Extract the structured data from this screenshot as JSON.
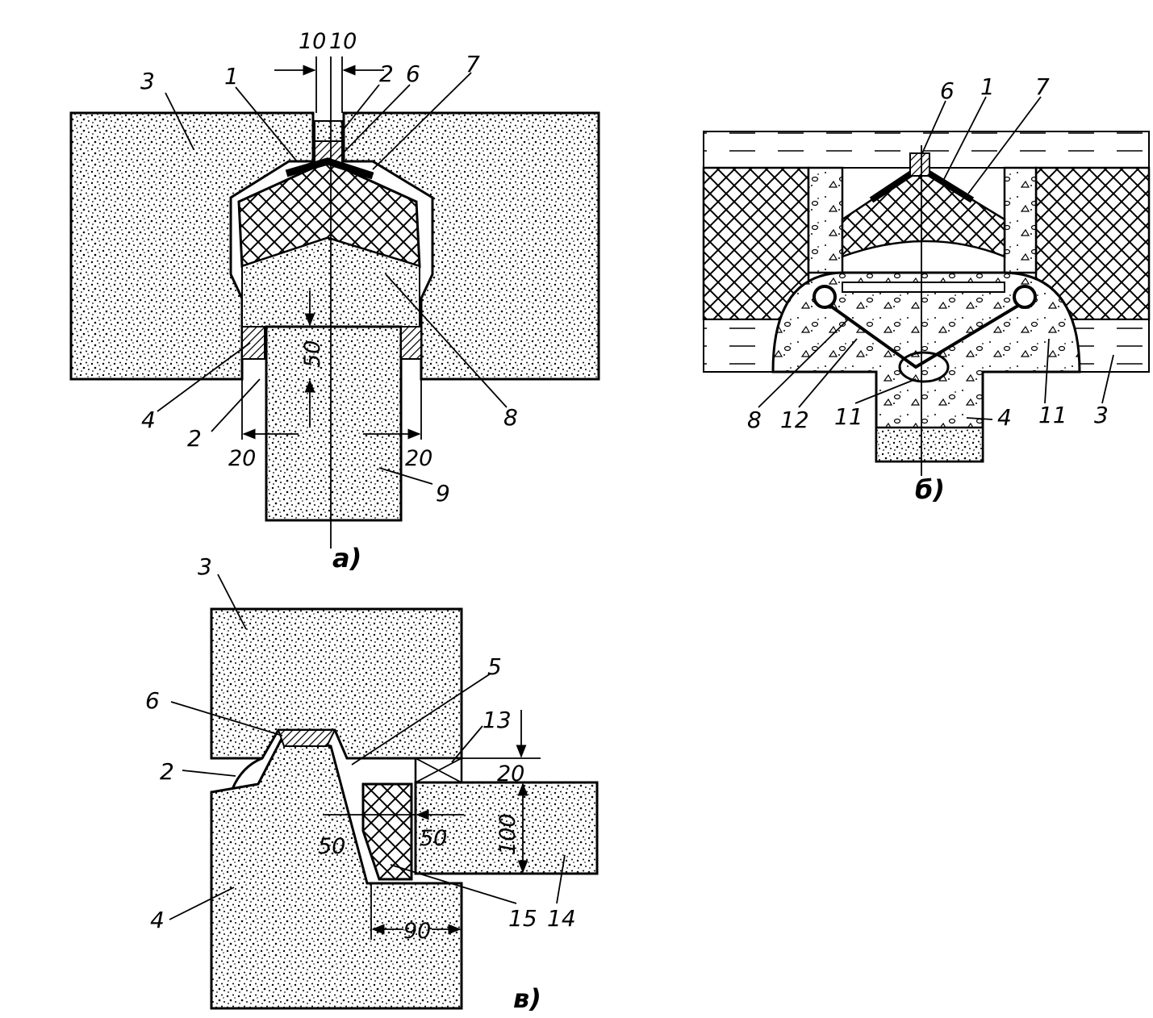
{
  "figure_a": {
    "caption": "a)",
    "labels": [
      "3",
      "1",
      "2",
      "6",
      "7",
      "4",
      "2",
      "8",
      "9"
    ],
    "dims": [
      "10",
      "10",
      "50",
      "20",
      "20"
    ]
  },
  "figure_b": {
    "caption": "б)",
    "labels": [
      "6",
      "1",
      "7",
      "8",
      "12",
      "11",
      "4",
      "11",
      "3"
    ]
  },
  "figure_v": {
    "caption": "в)",
    "labels": [
      "3",
      "6",
      "5",
      "2",
      "13",
      "4",
      "15",
      "14"
    ],
    "dims": [
      "20",
      "50",
      "50",
      "100",
      "90"
    ]
  }
}
